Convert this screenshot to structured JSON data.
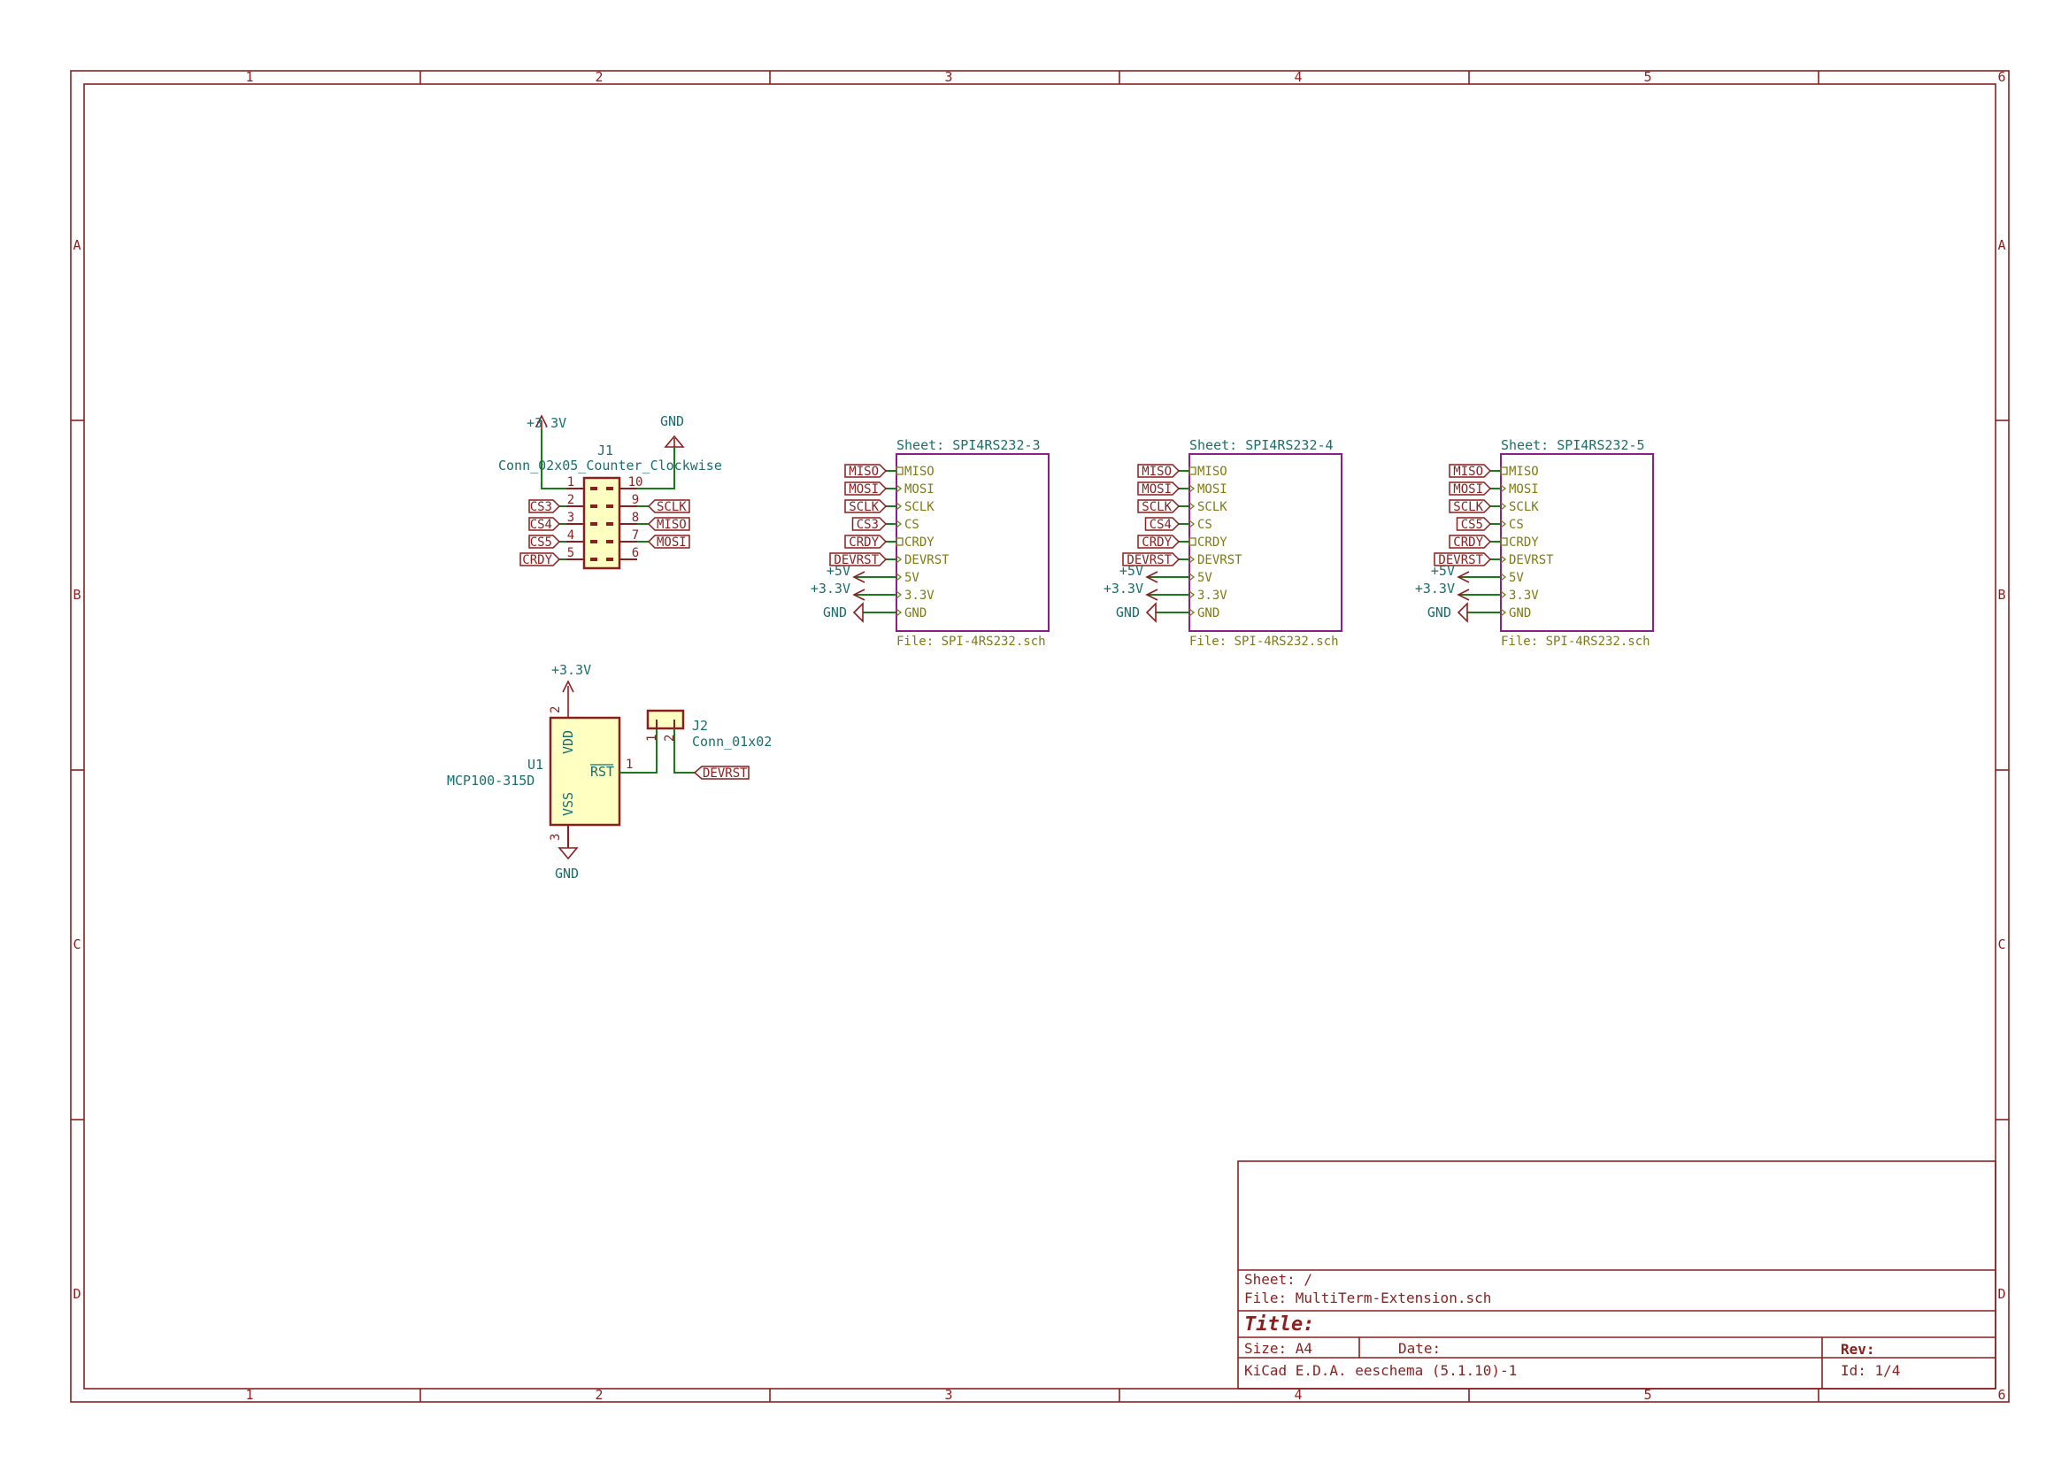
{
  "frame": {
    "col_labels": [
      "1",
      "2",
      "3",
      "4",
      "5",
      "6"
    ],
    "row_labels": [
      "A",
      "B",
      "C",
      "D"
    ]
  },
  "j1": {
    "ref": "J1",
    "value": "Conn_02x05_Counter_Clockwise",
    "power_left": "+3.3V",
    "power_right": "GND",
    "left_pins": [
      "1",
      "2",
      "3",
      "4",
      "5"
    ],
    "right_pins": [
      "10",
      "9",
      "8",
      "7",
      "6"
    ],
    "left_labels": [
      "CS3",
      "CS4",
      "CS5",
      "CRDY"
    ],
    "right_labels": [
      "SCLK",
      "MISO",
      "MOSI"
    ]
  },
  "u1": {
    "ref": "U1",
    "value": "MCP100-315D",
    "pin_vdd": "VDD",
    "pin_vss": "VSS",
    "pin_rst": "RST",
    "pin_num_vdd": "2",
    "pin_num_vss": "3",
    "pin_num_rst": "1",
    "power_top": "+3.3V",
    "power_bottom": "GND"
  },
  "j2": {
    "ref": "J2",
    "value": "Conn_01x02",
    "pin1": "1",
    "pin2": "2",
    "label": "DEVRST"
  },
  "sheets": [
    {
      "name": "Sheet: SPI4RS232-3",
      "file": "File: SPI-4RS232.sch",
      "labels": [
        "MISO",
        "MOSI",
        "SCLK",
        "CS3",
        "CRDY",
        "DEVRST"
      ],
      "power": [
        "+5V",
        "+3.3V",
        "GND"
      ],
      "pins": [
        "MISO",
        "MOSI",
        "SCLK",
        "CS",
        "CRDY",
        "DEVRST",
        "5V",
        "3.3V",
        "GND"
      ]
    },
    {
      "name": "Sheet: SPI4RS232-4",
      "file": "File: SPI-4RS232.sch",
      "labels": [
        "MISO",
        "MOSI",
        "SCLK",
        "CS4",
        "CRDY",
        "DEVRST"
      ],
      "power": [
        "+5V",
        "+3.3V",
        "GND"
      ],
      "pins": [
        "MISO",
        "MOSI",
        "SCLK",
        "CS",
        "CRDY",
        "DEVRST",
        "5V",
        "3.3V",
        "GND"
      ]
    },
    {
      "name": "Sheet: SPI4RS232-5",
      "file": "File: SPI-4RS232.sch",
      "labels": [
        "MISO",
        "MOSI",
        "SCLK",
        "CS5",
        "CRDY",
        "DEVRST"
      ],
      "power": [
        "+5V",
        "+3.3V",
        "GND"
      ],
      "pins": [
        "MISO",
        "MOSI",
        "SCLK",
        "CS",
        "CRDY",
        "DEVRST",
        "5V",
        "3.3V",
        "GND"
      ]
    }
  ],
  "title_block": {
    "sheet": "Sheet: /",
    "file": "File: MultiTerm-Extension.sch",
    "title": "Title:",
    "size": "Size: A4",
    "date": "Date:",
    "rev": "Rev:",
    "tool": "KiCad E.D.A.  eeschema (5.1.10)-1",
    "id": "Id: 1/4"
  },
  "colors": {
    "frame": "#8a1f1f",
    "wire": "#1c7a1c",
    "component_fill": "#ffffc2",
    "sheet_border": "#8a1f8a",
    "ref_text": "#1a6e6e",
    "sheet_pin_text": "#7f7a14"
  }
}
